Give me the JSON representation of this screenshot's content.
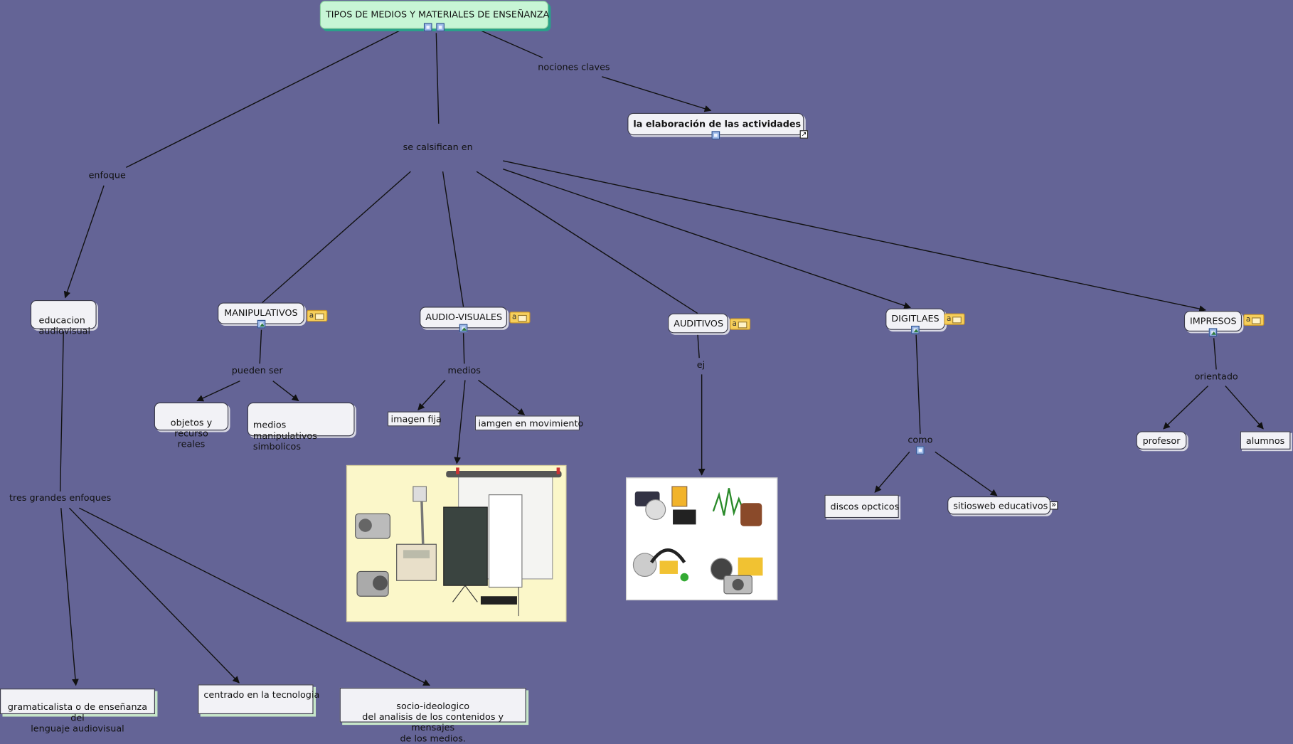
{
  "root": {
    "label": "TIPOS DE MEDIOS Y MATERIALES DE ENSEÑANZA"
  },
  "phrases": {
    "nociones": "nociones claves",
    "clasifican": "se calsifican en",
    "enfoque": "enfoque",
    "pueden": "pueden ser",
    "medios": "medios",
    "ej": "ej",
    "como": "como",
    "orientado": "orientado",
    "tres": "tres grandes enfoques"
  },
  "concepts": {
    "elaboracion": "la elaboración de las actividades",
    "educacion": "educacion\naudiovisual",
    "manipulativos": "MANIPULATIVOS",
    "audiovisuales": "AUDIO-VISUALES",
    "auditivos": "AUDITIVOS",
    "digitales": "DIGITLAES",
    "impresos": "IMPRESOS",
    "objetos": "objetos y\nrecurso  reales",
    "simbolicos": "medios manipulativos\nsimbolicos",
    "imagen_fija": "imagen fija",
    "movimiento": "iamgen en movimiento",
    "discos": "discos opcticos",
    "sitios": "sitiosweb educativos",
    "profesor": "profesor",
    "alumnos": "alumnos",
    "gramaticalista": "gramaticalista o de enseñanza del\nlenguaje audiovisual",
    "tecnologia": "centrado en la tecnologia",
    "socio": "socio-ideologico\ndel analisis de los contenidos y mensajes\nde los medios."
  },
  "icons": {
    "note_label": "a",
    "link_glyph": "↗",
    "more_glyph": "»"
  },
  "colors": {
    "background": "#646496",
    "root_fill": "#c7f5d5",
    "node_fill": "#f2f2f6",
    "line": "#111111"
  }
}
